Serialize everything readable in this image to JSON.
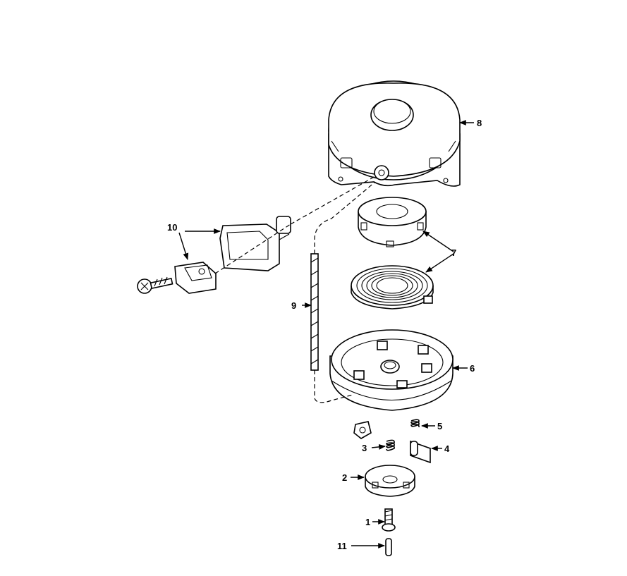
{
  "diagram": {
    "callouts": [
      {
        "id": "p1",
        "label": "1"
      },
      {
        "id": "p2",
        "label": "2"
      },
      {
        "id": "p3",
        "label": "3"
      },
      {
        "id": "p4",
        "label": "4"
      },
      {
        "id": "p5",
        "label": "5"
      },
      {
        "id": "p6",
        "label": "6"
      },
      {
        "id": "p7",
        "label": "7"
      },
      {
        "id": "p8",
        "label": "8"
      },
      {
        "id": "p9",
        "label": "9"
      },
      {
        "id": "p10",
        "label": "10"
      },
      {
        "id": "p11",
        "label": "11"
      }
    ]
  }
}
